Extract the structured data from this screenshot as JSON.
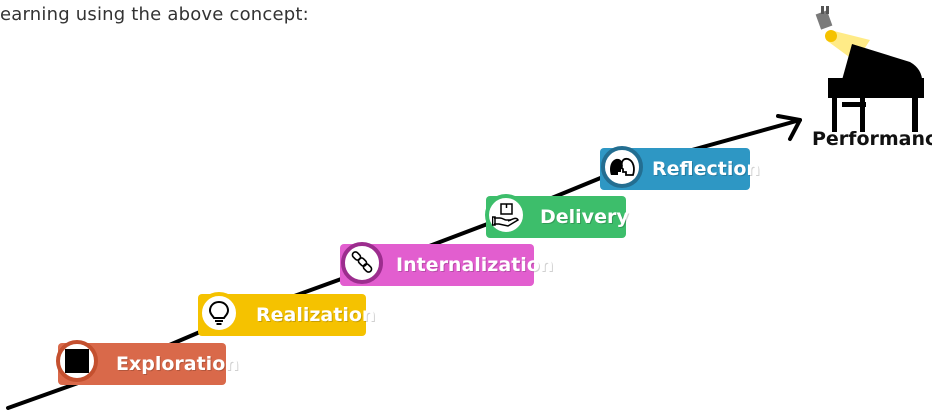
{
  "intro_text": "earning using the above concept:",
  "steps": [
    {
      "label": "Exploration",
      "color": "#D9694A",
      "icon": "black-square-icon"
    },
    {
      "label": "Realization",
      "color": "#F5C200",
      "icon": "lightbulb-icon"
    },
    {
      "label": "Internalization",
      "color": "#E25ECF",
      "icon": "chain-link-icon"
    },
    {
      "label": "Delivery",
      "color": "#3DBE6B",
      "icon": "hand-package-icon"
    },
    {
      "label": "Reflection",
      "color": "#2E97C4",
      "icon": "two-heads-icon"
    }
  ],
  "performance": {
    "label": "Performance",
    "icon": "piano-spotlight-icon"
  }
}
